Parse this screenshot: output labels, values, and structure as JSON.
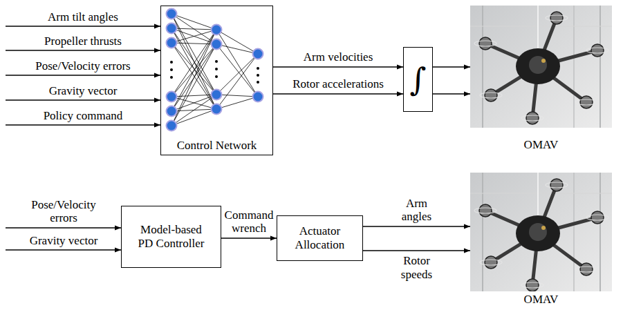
{
  "diagram": {
    "nodes": [
      {
        "text": [
          "Control Network"
        ]
      },
      {
        "text": [
          "∫"
        ]
      },
      {
        "text": [
          "OMAV"
        ]
      },
      {
        "text": [
          "Model-based PD Controller"
        ]
      },
      {
        "text": [
          "Actuator Allocation"
        ]
      },
      {
        "text": [
          "OMAV"
        ]
      }
    ],
    "edges": [
      {
        "from": 0,
        "to": 1,
        "arrow": "to",
        "label": "Arm velocities"
      },
      {
        "from": 0,
        "to": 1,
        "arrow": "to",
        "label": "Rotor accelerations"
      },
      {
        "from": 1,
        "to": 2,
        "arrow": "to"
      },
      {
        "from": 1,
        "to": 2,
        "arrow": "to"
      },
      {
        "from": 3,
        "to": 4,
        "arrow": "to",
        "label": "Command wrench"
      },
      {
        "from": 4,
        "to": 5,
        "arrow": "to",
        "label": "Arm angles"
      },
      {
        "from": 4,
        "to": 5,
        "arrow": "to",
        "label": "Rotor speeds"
      }
    ],
    "labels": [
      "Arm tilt angles",
      "Propeller thrusts",
      "Pose/Velocity errors",
      "Gravity vector",
      "Policy command",
      "Pose/Velocity errors",
      "Gravity vector"
    ]
  }
}
